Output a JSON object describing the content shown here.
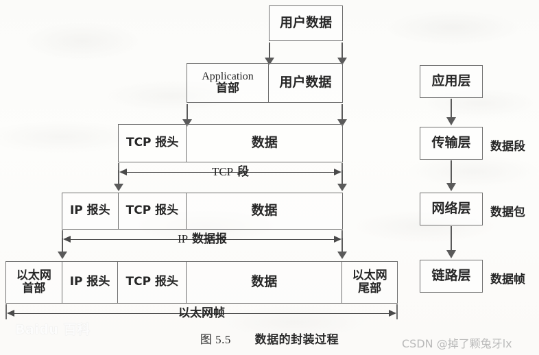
{
  "figure": {
    "caption_number": "图 5.5",
    "caption_title": "数据的封装过程"
  },
  "encapsulation": {
    "rows": [
      {
        "id": "user-data",
        "cells": [
          {
            "label": "用户数据"
          }
        ]
      },
      {
        "id": "application",
        "cells": [
          {
            "label": "Application\n首部"
          },
          {
            "label": "用户数据"
          }
        ]
      },
      {
        "id": "tcp",
        "cells": [
          {
            "label": "TCP 报头"
          },
          {
            "label": "数据"
          }
        ],
        "measure_label": "TCP 段"
      },
      {
        "id": "ip",
        "cells": [
          {
            "label": "IP 报头"
          },
          {
            "label": "TCP 报头"
          },
          {
            "label": "数据"
          }
        ],
        "measure_label": "IP 数据报"
      },
      {
        "id": "ethernet",
        "cells": [
          {
            "label": "以太网\n首部"
          },
          {
            "label": "IP 报头"
          },
          {
            "label": "TCP 报头"
          },
          {
            "label": "数据"
          },
          {
            "label": "以太网\n尾部"
          }
        ],
        "measure_label": "以太网帧"
      }
    ],
    "cell_text": {
      "user_data": "用户数据",
      "application_header_latin": "Application",
      "application_header_cn": "首部",
      "tcp_header": "TCP 报头",
      "ip_header": "IP 报头",
      "data": "数据",
      "ethernet_header_line1": "以太网",
      "ethernet_header_line2": "首部",
      "ethernet_trailer_line1": "以太网",
      "ethernet_trailer_line2": "尾部"
    },
    "measures": {
      "tcp_segment": "TCP 段",
      "tcp_segment_latin": "TCP",
      "tcp_segment_cn": "段",
      "ip_datagram": "IP 数据报",
      "ip_datagram_latin": "IP",
      "ip_datagram_cn": "数据报",
      "ethernet_frame": "以太网帧"
    }
  },
  "layer_stack": {
    "layers": [
      {
        "name": "应用层",
        "unit": ""
      },
      {
        "name": "传输层",
        "unit": "数据段"
      },
      {
        "name": "网络层",
        "unit": "数据包"
      },
      {
        "name": "链路层",
        "unit": "数据帧"
      }
    ]
  },
  "watermarks": {
    "baidu": "Baidu 百科",
    "csdn": "CSDN @掉了颗兔牙lx"
  },
  "colors": {
    "ink": "#262626",
    "line": "#6d6d6d",
    "arrow": "#5a5a5a",
    "paper": "#fdfdfc",
    "csdn_watermark": "#b9b9b9"
  }
}
